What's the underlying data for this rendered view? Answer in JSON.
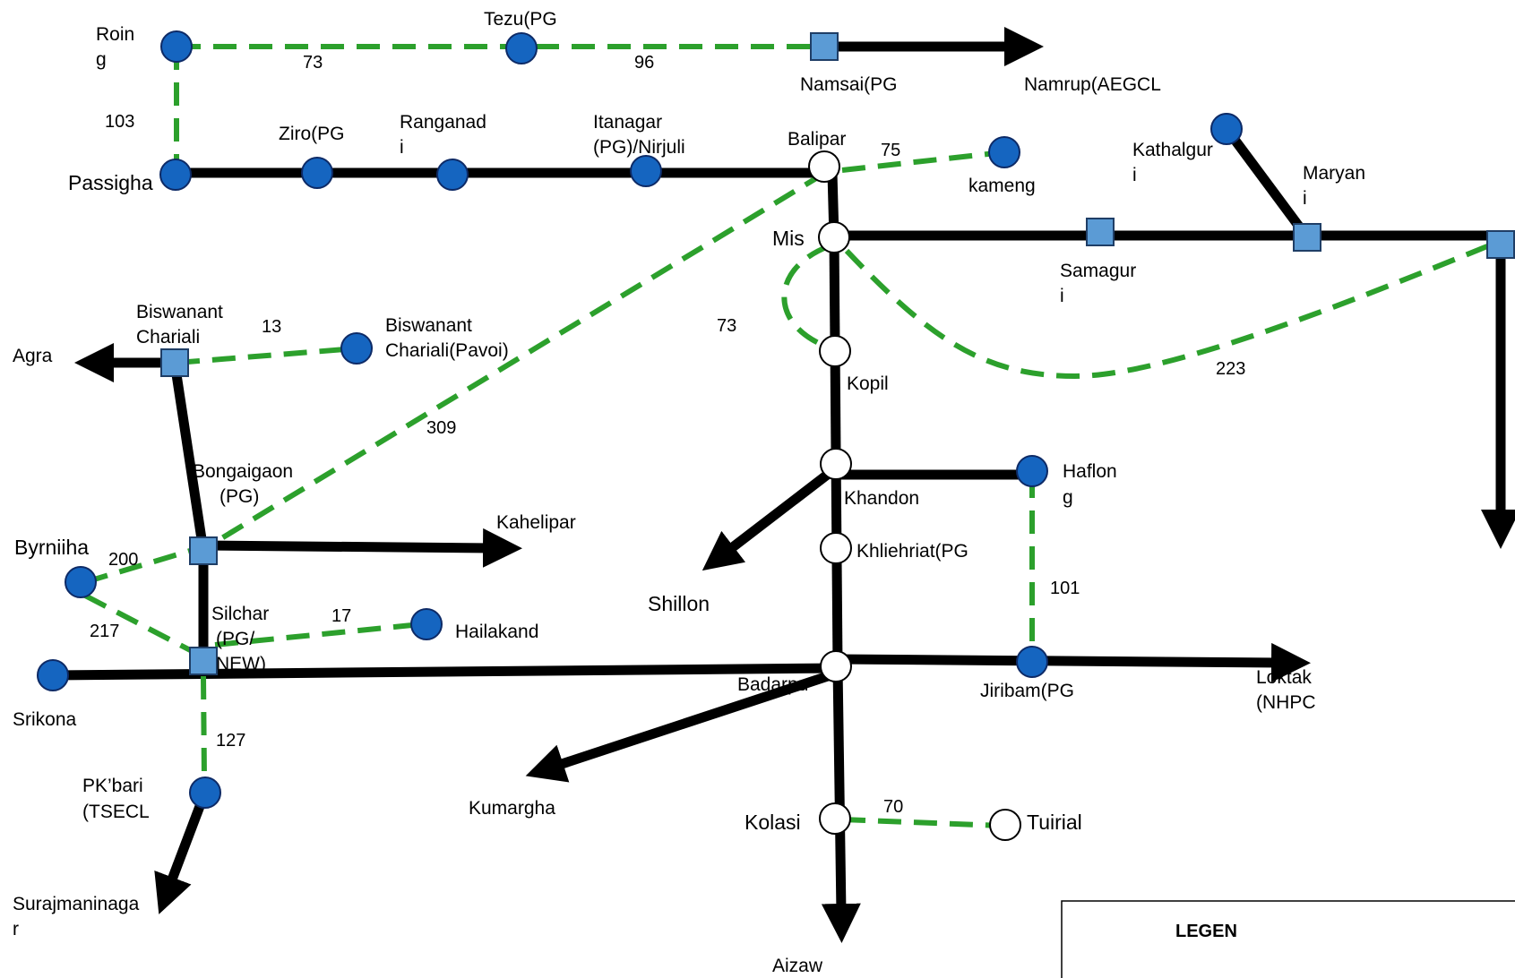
{
  "colors": {
    "background": "#ffffff",
    "existing_line": "#000000",
    "proposed_line": "#2ca02c",
    "blue_node_fill": "#1565c0",
    "substation_square_fill": "#5b9bd5",
    "open_node_fill": "#ffffff"
  },
  "icons": {
    "blue_node": "filled-circle",
    "open_node": "hollow-circle",
    "substation": "square",
    "direction": "arrow-head"
  },
  "labels": {
    "roing": [
      "Roin",
      "g"
    ],
    "tezu": "Tezu(PG",
    "namsai": "Namsai(PG",
    "namrup": "Namrup(AEGCL",
    "passighat": "Passigha",
    "ziro": "Ziro(PG",
    "ranganadi": [
      "Ranganad",
      "i"
    ],
    "itanagar": [
      "Itanagar",
      "(PG)/Nirjuli"
    ],
    "balipara": "Balipar",
    "kameng": "kameng",
    "kathalguri": [
      "Kathalgur",
      "i"
    ],
    "mariani": [
      "Maryan",
      "i"
    ],
    "misa": "Mis",
    "samaguri": [
      "Samagur",
      "i"
    ],
    "biswanath_chariali": [
      "Biswanant",
      "Chariali"
    ],
    "biswanath_pavoi": [
      "Biswanant",
      "Chariali(Pavoi)"
    ],
    "agra": "Agra",
    "kopili": "Kopil",
    "bongaigaon": [
      "Bongaigaon",
      "(PG)"
    ],
    "khandong": "Khandon",
    "haflong": [
      "Haflon",
      "g"
    ],
    "kahelipara": "Kahelipar",
    "byrnihat": "Byrniiha",
    "khliehriat": "Khliehriat(PG",
    "shillong": "Shillon",
    "silchar": [
      "Silchar",
      "(PG/",
      "NEW)"
    ],
    "hailakandi": "Hailakand",
    "badarpur": "Badarpu",
    "jiribam": "Jiribam(PG",
    "loktak": [
      "Loktak",
      "(NHPC"
    ],
    "srikona": "Srikona",
    "pk_bari": [
      "PK’bari",
      "(TSECL"
    ],
    "kumarghat": "Kumargha",
    "kolasib": "Kolasi",
    "tuirial": "Tuirial",
    "surajmaninagar": [
      "Surajmaninaga",
      "r"
    ],
    "aizawl": "Aizaw"
  },
  "distances": {
    "roing_tezu": "73",
    "tezu_namsai": "96",
    "roing_passighat": "103",
    "balipara_kameng": "75",
    "biswanath_pavoi": "13",
    "misa_kopili": "73",
    "misa_east": "223",
    "balipara_bongaigaon": "309",
    "byrnihat_bongaigaon": "200",
    "silchar_hailakandi": "17",
    "byrnihat_silchar": "217",
    "haflong_jiribam": "101",
    "silchar_pk_bari": "127",
    "kolasib_tuirial": "70"
  },
  "legend": {
    "title": "LEGEN"
  }
}
